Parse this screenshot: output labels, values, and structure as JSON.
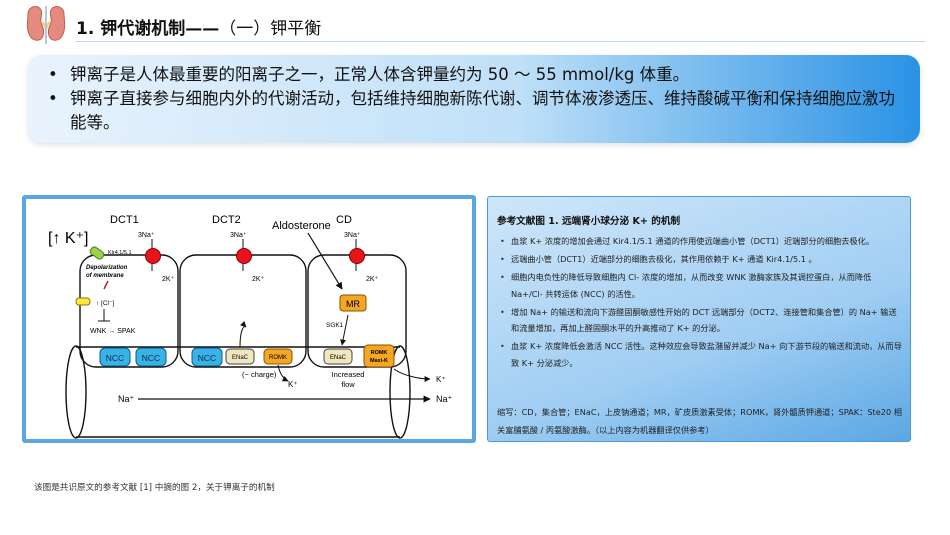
{
  "header": {
    "title": "1. 钾代谢机制——",
    "subtitle": "（一）钾平衡"
  },
  "intro": {
    "bullets": [
      "钾离子是人体最重要的阳离子之一，正常人体含钾量约为  50 ～ 55 mmol/kg  体重。",
      "钾离子直接参与细胞内外的代谢活动，包括维持细胞新陈代谢、调节体液渗透压、维持酸碱平衡和保持细胞应激功能等。"
    ]
  },
  "figure": {
    "dct1": "DCT1",
    "dct2": "DCT2",
    "cd": "CD",
    "aldosterone": "Aldosterone",
    "k_up": "[↑ K⁺]",
    "kir": "Kir4.1/5.1",
    "depol": "Depolarization of membrane",
    "cl": "↑ [Cl⁻]",
    "wnk": "WNK → SPAK",
    "na3": "3Na⁺",
    "k2": "2K⁺",
    "ncc": "NCC",
    "enac": "ENaC",
    "romk": "ROMK",
    "romk_maxi": "ROMK Maxi-K",
    "mr": "MR",
    "sgk1": "SGK1",
    "minus_charge": "(− charge)",
    "k_plus": "K⁺",
    "increased_flow": "Increased flow",
    "na_plus": "Na⁺"
  },
  "reference": {
    "title": "参考文献图 1. 远端肾小球分泌  K+  的机制",
    "bullets": [
      "血浆  K+  浓度的增加会通过  Kir4.1/5.1  通道的作用使远端曲小管（DCT1）近端部分的细胞去极化。",
      "远端曲小管（DCT1）近端部分的细胞去极化，其作用依赖于  K+  通道  Kir4.1/5.1 。",
      "细胞内电负性的降低导致细胞内  Cl-  浓度的增加，从而改变  WNK  激酶家族及其调控蛋白，从而降低  Na+/Cl-  共转运体  (NCC)  的活性。",
      "增加  Na+  的输送和流向下游醛固酮敏感性开始的  DCT  远端部分（DCT2、连接管和集合管）的  Na+  输送和流量增加，再加上醛固酮水平的升高推动了  K+  的分泌。",
      "血浆  K+  浓度降低会激活  NCC  活性。这种效应会导致盐潴留并减少  Na+  向下游节段的输送和流动，从而导致  K+  分泌减少。"
    ],
    "note": "缩写：CD，集合管；ENaC，上皮钠通道；MR，矿皮质激素受体；ROMK，肾外髓质钾通道；SPAK：Ste20 相关富脯氨酸 / 丙氨酸激酶。（以上内容为机器翻译仅供参考）"
  },
  "caption": "该图是共识原文的参考文献 [1] 中摘的图 2，关于钾离子的机制",
  "colors": {
    "accent": "#2a92e4",
    "ncc": "#39b3e6",
    "romk": "#f5a623",
    "pump": "#e8141b"
  }
}
